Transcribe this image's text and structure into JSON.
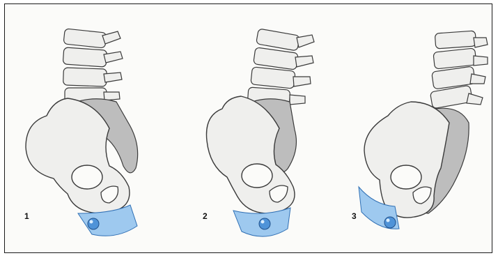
{
  "figure": {
    "panels": [
      {
        "number": "1",
        "posture": "upright"
      },
      {
        "number": "2",
        "posture": "neutral"
      },
      {
        "number": "3",
        "posture": "slumped"
      }
    ],
    "colors": {
      "bone_fill": "#efefed",
      "bone_stroke": "#3a3a3a",
      "sacrum_shade": "#bdbdbd",
      "seat_arc": "#9ec9ef",
      "seat_arc_stroke": "#2f6fb4",
      "ball": "#4f93d8"
    }
  }
}
